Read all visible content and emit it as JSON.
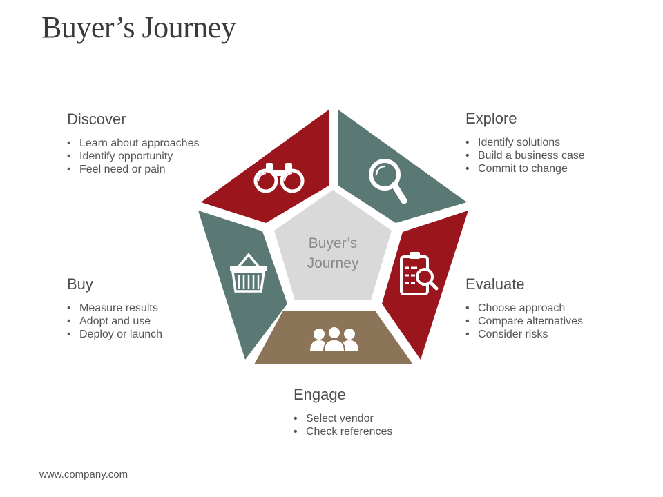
{
  "title": "Buyer’s Journey",
  "footer": "www.company.com",
  "center": {
    "line1": "Buyer’s",
    "line2": "Journey"
  },
  "colors": {
    "red": "#9b151c",
    "teal": "#5a7874",
    "brown": "#8c7459",
    "center": "#d9d9d9",
    "text": "#4a4a4a"
  },
  "stages": {
    "discover": {
      "title": "Discover",
      "icon": "binoculars-icon",
      "bullets": [
        "Learn about approaches",
        "Identify opportunity",
        "Feel need or pain"
      ]
    },
    "explore": {
      "title": "Explore",
      "icon": "magnifier-icon",
      "bullets": [
        "Identify solutions",
        "Build a business case",
        "Commit to change"
      ]
    },
    "evaluate": {
      "title": "Evaluate",
      "icon": "clipboard-search-icon",
      "bullets": [
        "Choose approach",
        "Compare alternatives",
        "Consider risks"
      ]
    },
    "engage": {
      "title": "Engage",
      "icon": "people-group-icon",
      "bullets": [
        "Select vendor",
        "Check references"
      ]
    },
    "buy": {
      "title": "Buy",
      "icon": "shopping-basket-icon",
      "bullets": [
        "Measure results",
        "Adopt and use",
        "Deploy or launch"
      ]
    }
  }
}
